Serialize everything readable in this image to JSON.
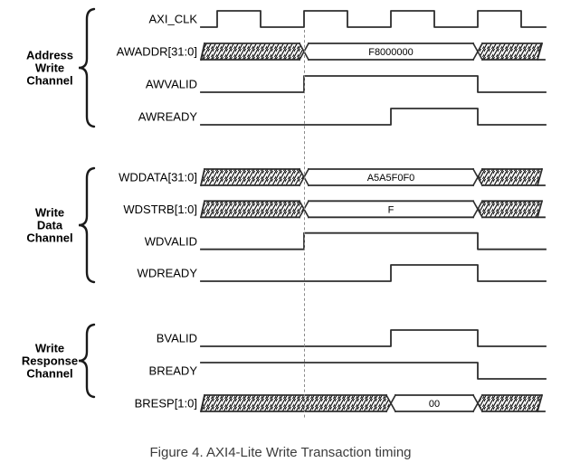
{
  "caption": "Figure 4. AXI4-Lite Write Transaction timing",
  "colors": {
    "stroke": "#2e2e2e",
    "hatch": "#141414",
    "label_text": "#000000",
    "caption_text": "#3c3c3c",
    "marker": "#8a8a8a"
  },
  "marker": {
    "at_halfcycle": 2
  },
  "groups": [
    {
      "name": "address-write-channel",
      "label_lines": [
        "Address",
        "Write",
        "Channel"
      ],
      "signals": [
        {
          "label": "AXI_CLK",
          "kind": "clock"
        },
        {
          "label": "AWADDR[31:0]",
          "kind": "bus",
          "value": "F8000000",
          "valid_from": 2,
          "valid_to": 6
        },
        {
          "label": "AWVALID",
          "kind": "bit",
          "high_from": 2,
          "high_to": 6
        },
        {
          "label": "AWREADY",
          "kind": "bit",
          "high_from": 4,
          "high_to": 6
        }
      ]
    },
    {
      "name": "write-data-channel",
      "label_lines": [
        "Write",
        "Data",
        "Channel"
      ],
      "signals": [
        {
          "label": "WDDATA[31:0]",
          "kind": "bus",
          "value": "A5A5F0F0",
          "valid_from": 2,
          "valid_to": 6
        },
        {
          "label": "WDSTRB[1:0]",
          "kind": "bus",
          "value": "F",
          "valid_from": 2,
          "valid_to": 6
        },
        {
          "label": "WDVALID",
          "kind": "bit",
          "high_from": 2,
          "high_to": 6
        },
        {
          "label": "WDREADY",
          "kind": "bit",
          "high_from": 4,
          "high_to": 6
        }
      ]
    },
    {
      "name": "write-response-channel",
      "label_lines": [
        "Write",
        "Response",
        "Channel"
      ],
      "signals": [
        {
          "label": "BVALID",
          "kind": "bit",
          "high_from": 4,
          "high_to": 6
        },
        {
          "label": "BREADY",
          "kind": "bit",
          "high_from": "start",
          "high_to": 6
        },
        {
          "label": "BRESP[1:0]",
          "kind": "bus",
          "value": "00",
          "valid_from": 4,
          "valid_to": 6
        }
      ]
    }
  ]
}
